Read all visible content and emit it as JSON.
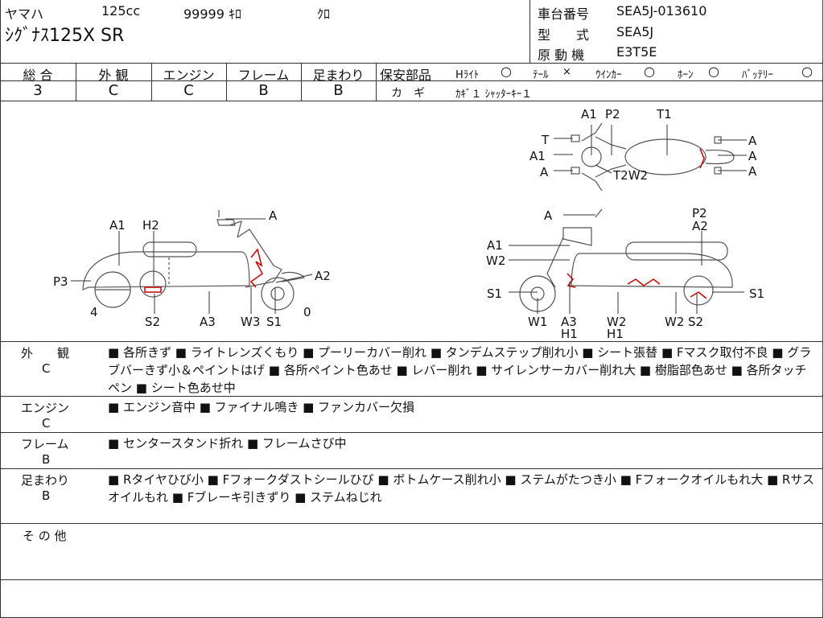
{
  "header": {
    "maker": "ヤマハ",
    "displacement": "125cc",
    "mileage": "99999 ｷﾛ",
    "color": "ｸﾛ",
    "model_name": "ｼｸﾞﾅｽ125X SR",
    "frame_no_label": "車台番号",
    "frame_no": "SEA5J-013610",
    "type_label": "型　　式",
    "type_value": "SEA5J",
    "engine_label": "原 動 機",
    "engine_value": "E3T5E"
  },
  "grades": [
    {
      "label": "総 合",
      "value": "3"
    },
    {
      "label": "外 観",
      "value": "C"
    },
    {
      "label": "エンジン",
      "value": "C"
    },
    {
      "label": "フレーム",
      "value": "B"
    },
    {
      "label": "足まわり",
      "value": "B"
    }
  ],
  "safety": {
    "label": "保安部品",
    "headlight": "Hﾗｲﾄ",
    "headlight_mark": "○",
    "tail": "ﾃｰﾙ",
    "tail_mark": "×",
    "winker": "ｳｲﾝｶｰ",
    "winker_mark": "○",
    "horn": "ﾎｰﾝ",
    "horn_mark": "○",
    "battery": "ﾊﾞｯﾃﾘｰ",
    "battery_mark": "○"
  },
  "key": {
    "label": "カ　ギ",
    "value": "ｶｷﾞ１ ｼｬｯﾀｰｷｰ１"
  },
  "diagram": {
    "left": {
      "a_top": "A",
      "a1": "A1",
      "h2": "H2",
      "p3": "P3",
      "a2": "A2",
      "n4": "4",
      "s2": "S2",
      "a3": "A3",
      "w3": "W3",
      "s1": "S1",
      "n0": "0"
    },
    "right": {
      "a_top": "A",
      "p2": "P2",
      "a2": "A2",
      "a1": "A1",
      "w2": "W2",
      "s1_left": "S1",
      "s1_right": "S1",
      "w1": "W1",
      "a3": "A3",
      "h1_a": "H1",
      "w2_bottom": "W2",
      "h1_b": "H1",
      "w2_s": "W2",
      "s2": "S2"
    },
    "top": {
      "a1_top": "A1",
      "p2": "P2",
      "t1": "T1",
      "t": "T",
      "a1": "A1",
      "a": "A",
      "t2w2": "T2W2",
      "ra1": "A",
      "ra2": "A",
      "ra3": "A"
    }
  },
  "details": [
    {
      "label": "外　　観",
      "grade": "C",
      "text": "■ 各所きず ■ ライトレンズくもり ■ プーリーカバー削れ ■ タンデムステップ削れ小 ■ シート張替 ■ Fマスク取付不良 ■ グラブバーきず小＆ペイントはげ ■ 各所ペイント色あせ ■ レバー削れ ■ サイレンサーカバー削れ大 ■ 樹脂部色あせ ■ 各所タッチペン ■ シート色あせ中"
    },
    {
      "label": "エンジン",
      "grade": "C",
      "text": "■ エンジン音中 ■ ファイナル鳴き ■ ファンカバー欠損"
    },
    {
      "label": "フレーム",
      "grade": "B",
      "text": "■ センタースタンド折れ ■ フレームさび中"
    },
    {
      "label": "足まわり",
      "grade": "B",
      "text": "■ Rタイヤひび小 ■ Fフォークダストシールひび ■ ボトムケース削れ小 ■ ステムがたつき小 ■ Fフォークオイルもれ大 ■ Rサスオイルもれ ■ Fブレーキ引きずり ■ ステムねじれ"
    },
    {
      "label": "そ の 他",
      "grade": "",
      "text": ""
    }
  ]
}
